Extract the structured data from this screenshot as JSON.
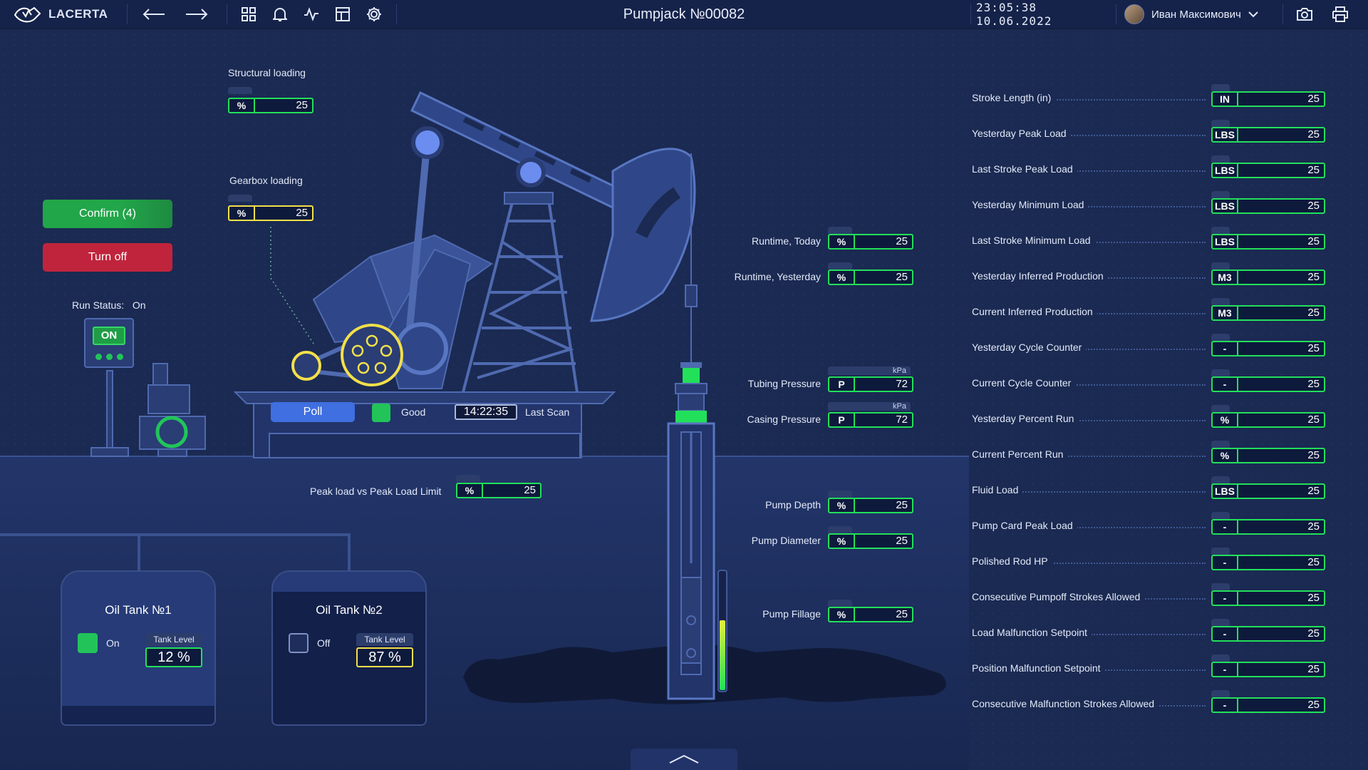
{
  "app": {
    "brand": "LACERTA",
    "title": "Pumpjack №00082",
    "clock": "23:05:38 10.06.2022",
    "user": "Иван Максимович"
  },
  "colors": {
    "accent_green": "#22e05a",
    "accent_yellow": "#f2e04a",
    "confirm": "#22a64a",
    "turn_off": "#c0243c",
    "poll": "#3f6fe0"
  },
  "icons": [
    "logo-icon",
    "arrow-left-icon",
    "arrow-right-icon",
    "grid-icon",
    "bell-icon",
    "activity-icon",
    "table-icon",
    "gear-icon",
    "chevron-down-icon",
    "camera-icon",
    "printer-icon",
    "chevron-up-icon"
  ],
  "controls": {
    "confirm_label": "Confirm (4)",
    "turnoff_label": "Turn off",
    "run_status_label": "Run Status:",
    "run_status_value": "On",
    "switch_label": "ON"
  },
  "loading": {
    "structural": {
      "label": "Structural loading",
      "unit": "%",
      "value": "25"
    },
    "gearbox": {
      "label": "Gearbox loading",
      "unit": "%",
      "value": "25"
    }
  },
  "scan": {
    "poll_label": "Poll",
    "status": "Good",
    "time": "14:22:35",
    "last_scan_label": "Last Scan"
  },
  "peak_vs_limit": {
    "label": "Peak load vs Peak Load Limit",
    "unit": "%",
    "value": "25"
  },
  "middle": [
    {
      "label": "Runtime, Today",
      "unit": "%",
      "value": "25"
    },
    {
      "label": "Runtime, Yesterday",
      "unit": "%",
      "value": "25"
    },
    {
      "label": "Tubing Pressure",
      "unit": "P",
      "value": "72",
      "sub": "kPa"
    },
    {
      "label": "Casing Pressure",
      "unit": "P",
      "value": "72",
      "sub": "kPa"
    },
    {
      "label": "Pump Depth",
      "unit": "%",
      "value": "25"
    },
    {
      "label": "Pump Diameter",
      "unit": "%",
      "value": "25"
    },
    {
      "label": "Pump Fillage",
      "unit": "%",
      "value": "25"
    }
  ],
  "params": [
    {
      "label": "Stroke Length (in)",
      "unit": "IN",
      "value": "25"
    },
    {
      "label": "Yesterday Peak Load",
      "unit": "LBS",
      "value": "25"
    },
    {
      "label": "Last Stroke Peak Load",
      "unit": "LBS",
      "value": "25"
    },
    {
      "label": "Yesterday Minimum Load",
      "unit": "LBS",
      "value": "25"
    },
    {
      "label": "Last Stroke Minimum Load",
      "unit": "LBS",
      "value": "25"
    },
    {
      "label": "Yesterday Inferred Production",
      "unit": "M3",
      "value": "25"
    },
    {
      "label": "Current Inferred Production",
      "unit": "M3",
      "value": "25"
    },
    {
      "label": "Yesterday Cycle Counter",
      "unit": "-",
      "value": "25"
    },
    {
      "label": "Current Cycle Counter",
      "unit": "-",
      "value": "25"
    },
    {
      "label": "Yesterday Percent Run",
      "unit": "%",
      "value": "25"
    },
    {
      "label": "Current Percent Run",
      "unit": "%",
      "value": "25"
    },
    {
      "label": "Fluid Load",
      "unit": "LBS",
      "value": "25"
    },
    {
      "label": "Pump Card Peak Load",
      "unit": "-",
      "value": "25"
    },
    {
      "label": "Polished Rod HP",
      "unit": "-",
      "value": "25"
    },
    {
      "label": "Consecutive Pumpoff Strokes Allowed",
      "unit": "-",
      "value": "25"
    },
    {
      "label": "Load Malfunction Setpoint",
      "unit": "-",
      "value": "25"
    },
    {
      "label": "Position Malfunction Setpoint",
      "unit": "-",
      "value": "25"
    },
    {
      "label": "Consecutive Malfunction Strokes Allowed",
      "unit": "-",
      "value": "25"
    }
  ],
  "tanks": [
    {
      "name": "Oil Tank №1",
      "state": "On",
      "level_label": "Tank Level",
      "level": "12 %",
      "level_fraction": 0.12
    },
    {
      "name": "Oil Tank №2",
      "state": "Off",
      "level_label": "Tank Level",
      "level": "87 %",
      "level_fraction": 0.87
    }
  ]
}
